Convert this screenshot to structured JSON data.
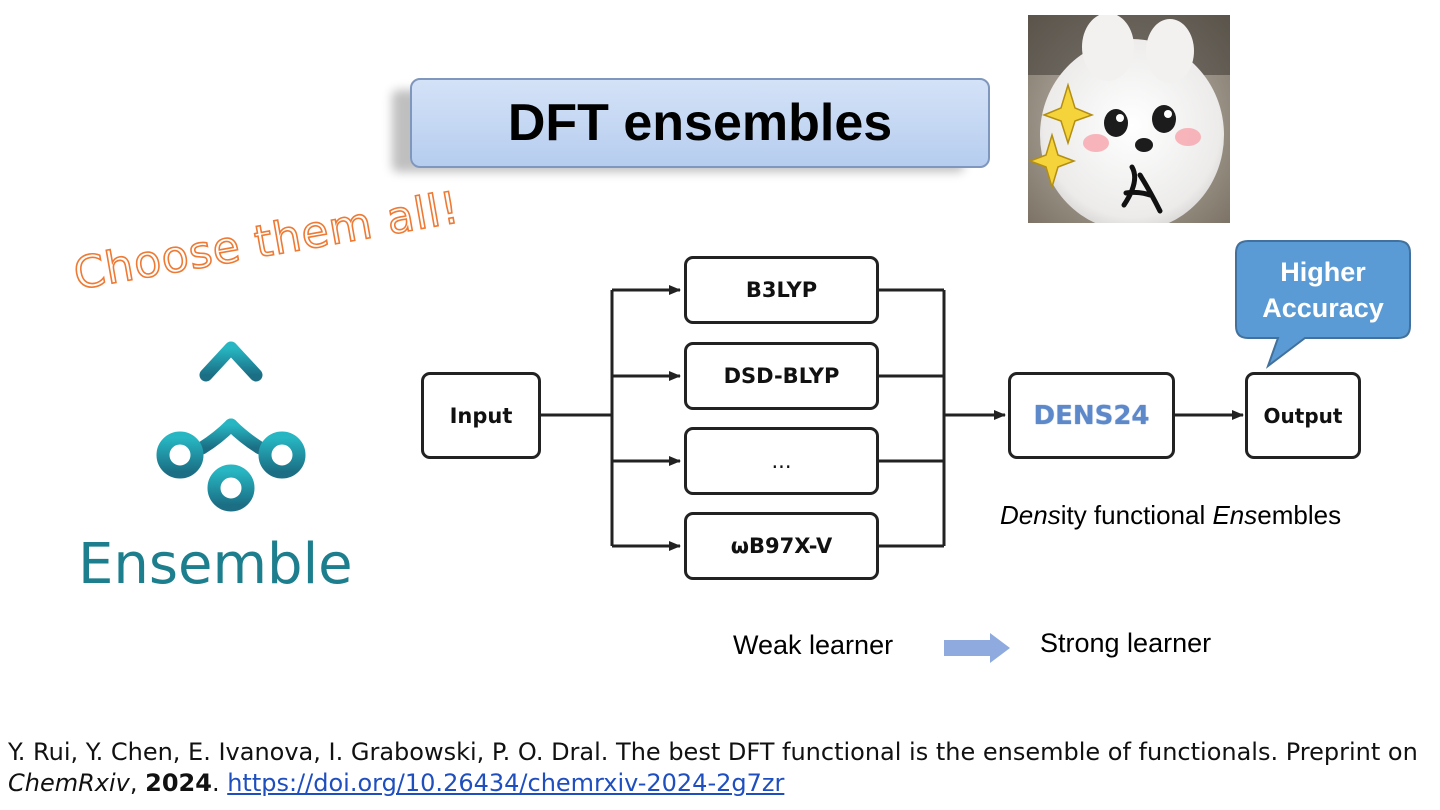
{
  "title": "DFT ensembles",
  "tagline": "Choose them all!",
  "logo": {
    "label": "Ensemble",
    "color": "#1d7f8d"
  },
  "diagram": {
    "input": "Input",
    "functionals": [
      "B3LYP",
      "DSD-BLYP",
      "...",
      "ωB97X-V"
    ],
    "model": "DENS24",
    "output": "Output",
    "callout": [
      "Higher",
      "Accuracy"
    ],
    "subtitle": {
      "part1": "Dens",
      "part2": "ity functional ",
      "part3": "Ens",
      "part4": "embles"
    },
    "learner": {
      "weak": "Weak learner",
      "strong": "Strong learner"
    },
    "colors": {
      "model_text": "#5d88c9",
      "callout_fill": "#5b9bd5",
      "learner_arrow": "#8eaadf"
    }
  },
  "citation": {
    "authors": "Y. Rui, Y. Chen, E. Ivanova, I. Grabowski, P. O. Dral. The best DFT functional is the ensemble of functionals. Preprint on ",
    "journal": "ChemRxiv",
    "sep": ", ",
    "year": "2024",
    "end": ". ",
    "link": "https://doi.org/10.26434/chemrxiv-2024-2g7zr"
  }
}
